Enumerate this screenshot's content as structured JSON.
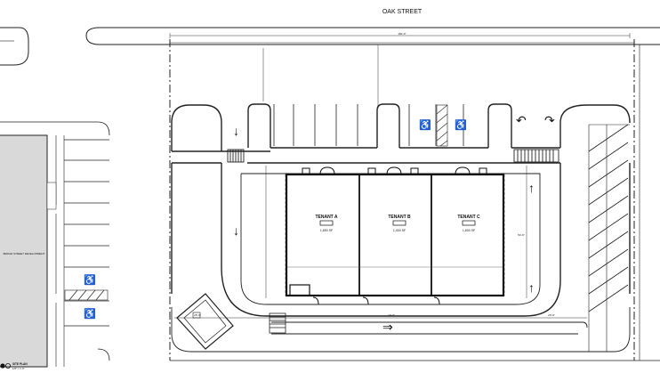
{
  "street": {
    "name": "OAK STREET"
  },
  "tenants": [
    {
      "name": "TENANT A",
      "area": "1,650 SF"
    },
    {
      "name": "TENANT B",
      "area": "1,400 SF"
    },
    {
      "name": "TENANT C",
      "area": "1,600 SF"
    }
  ],
  "neighbor": {
    "label": "BROAD STREET DEVELOPMENT"
  },
  "title_block": {
    "title": "SITE PLAN",
    "scale": "1/8\" = 1'-0\""
  },
  "symbols": {
    "down_arrow": "↓",
    "up_arrow": "↑",
    "right_arrow": "⇒",
    "turn_left": "↶",
    "turn_right": "↷",
    "accessible": "♿"
  },
  "dimension_tags": {
    "overall_width": "190'-0\"",
    "building_depth": "54'-6\"",
    "bay_width": "28'-0\"",
    "side_setback": "25'-0\"",
    "drive_aisle": "24'-0\"",
    "front_setback": "20'-0\""
  }
}
